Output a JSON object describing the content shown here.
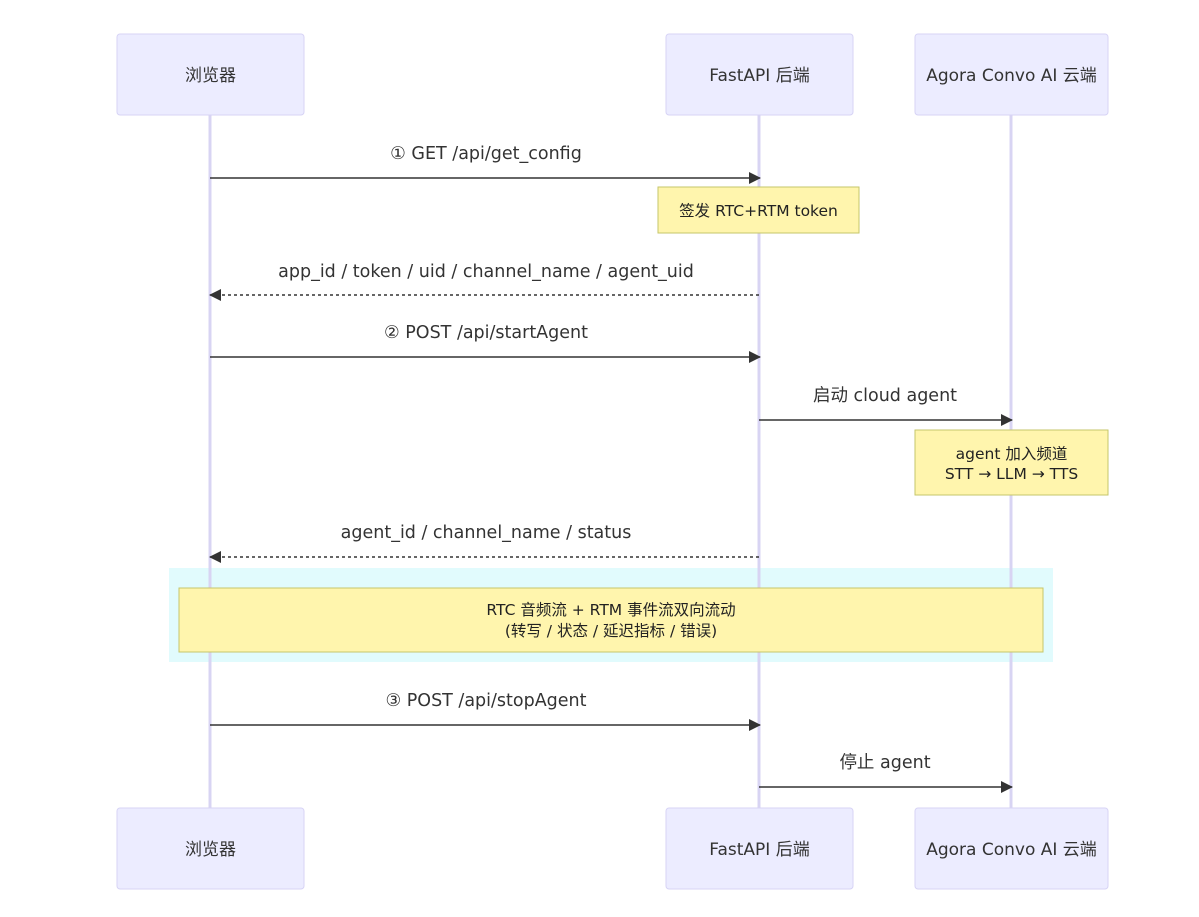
{
  "participants": [
    {
      "id": "browser",
      "label": "浏览器"
    },
    {
      "id": "backend",
      "label": "FastAPI 后端"
    },
    {
      "id": "cloud",
      "label": "Agora Convo AI 云端"
    }
  ],
  "messages": [
    {
      "id": "get-config",
      "from": "browser",
      "to": "backend",
      "label": "① GET /api/get_config",
      "style": "solid"
    },
    {
      "id": "config-response",
      "from": "backend",
      "to": "browser",
      "label": "app_id / token / uid / channel_name / agent_uid",
      "style": "dashed"
    },
    {
      "id": "start-agent",
      "from": "browser",
      "to": "backend",
      "label": "② POST /api/startAgent",
      "style": "solid"
    },
    {
      "id": "launch-cloud-agent",
      "from": "backend",
      "to": "cloud",
      "label": "启动 cloud agent",
      "style": "solid"
    },
    {
      "id": "start-response",
      "from": "backend",
      "to": "browser",
      "label": "agent_id / channel_name / status",
      "style": "dashed"
    },
    {
      "id": "stop-agent",
      "from": "browser",
      "to": "backend",
      "label": "③ POST /api/stopAgent",
      "style": "solid"
    },
    {
      "id": "stop-cloud-agent",
      "from": "backend",
      "to": "cloud",
      "label": "停止 agent",
      "style": "solid"
    }
  ],
  "notes": [
    {
      "id": "token-note",
      "lines": [
        "签发 RTC+RTM token"
      ]
    },
    {
      "id": "agent-join-note",
      "lines": [
        "agent 加入频道",
        "STT → LLM → TTS"
      ]
    },
    {
      "id": "stream-note",
      "lines": [
        "RTC 音频流 + RTM 事件流双向流动",
        "(转写 / 状态 / 延迟指标 / 错误)"
      ]
    }
  ],
  "colors": {
    "actor_fill": "#ececff",
    "note_fill": "#fff5ad",
    "rect_highlight": "#e1fbfd",
    "line": "#333333"
  }
}
